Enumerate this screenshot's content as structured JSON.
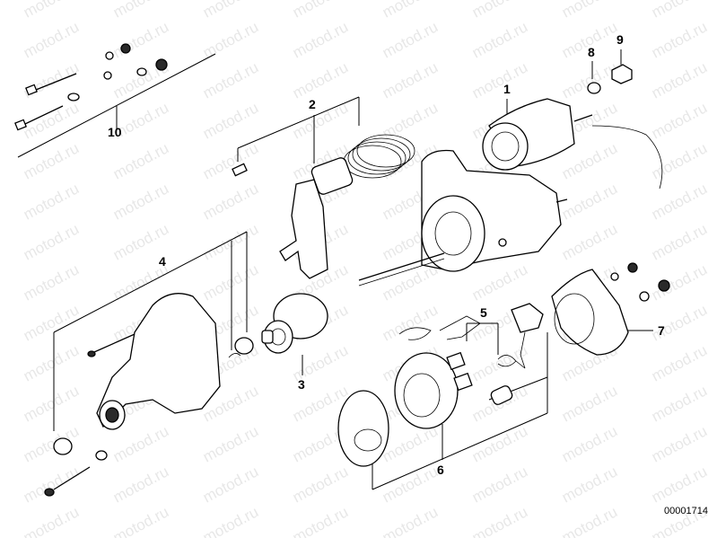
{
  "diagram": {
    "callouts": [
      {
        "id": "1",
        "text": "1"
      },
      {
        "id": "2",
        "text": "2"
      },
      {
        "id": "3",
        "text": "3"
      },
      {
        "id": "4",
        "text": "4"
      },
      {
        "id": "5",
        "text": "5"
      },
      {
        "id": "6",
        "text": "6"
      },
      {
        "id": "7",
        "text": "7"
      },
      {
        "id": "8",
        "text": "8"
      },
      {
        "id": "9",
        "text": "9"
      },
      {
        "id": "10",
        "text": "10"
      }
    ],
    "doc_number": "00001714",
    "watermark": "motod.ru"
  }
}
